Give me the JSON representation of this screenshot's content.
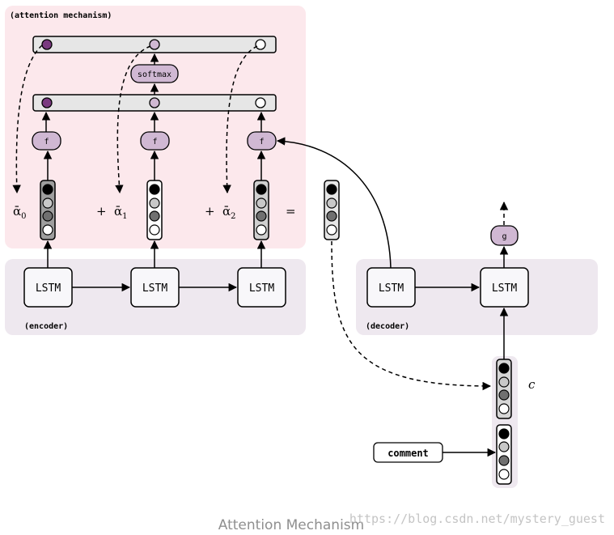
{
  "regions": {
    "attention": "(attention mechanism)",
    "encoder": "(encoder)",
    "decoder": "(decoder)"
  },
  "nodes": {
    "softmax": "softmax",
    "f": "f",
    "g": "g",
    "lstm": "LSTM",
    "comment": "comment"
  },
  "math": {
    "alpha_symbol": "ᾱ",
    "alpha0_sub": "0",
    "alpha1_sub": "1",
    "alpha2_sub": "2",
    "plus": "+",
    "equals": "=",
    "context": "c"
  },
  "caption": "Attention Mechanism",
  "watermark": "https://blog.csdn.net/mystery_guest",
  "colors": {
    "attention_bg": "#fce8ec",
    "module_bg": "#eee8ef",
    "node_purple": "#d0b8d3",
    "dot_purple": "#7a3a80",
    "bar_grey": "#e6e6e6"
  }
}
